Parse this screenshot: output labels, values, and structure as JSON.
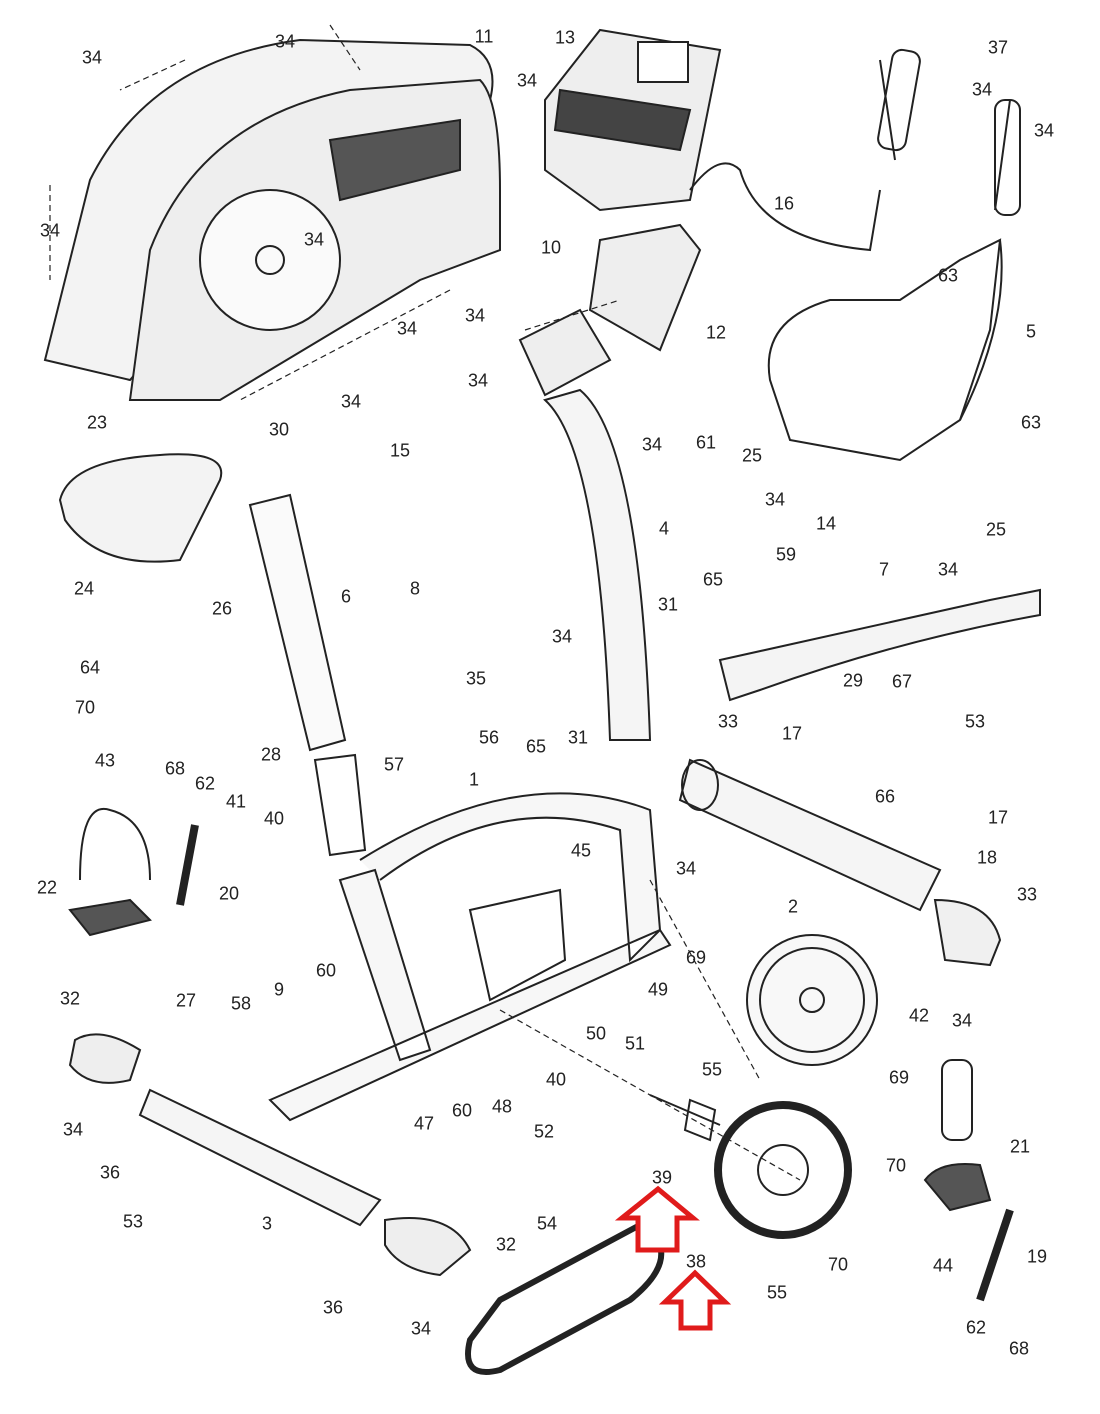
{
  "diagram": {
    "type": "exploded parts diagram",
    "part_labels": [
      "34",
      "34",
      "11",
      "13",
      "37",
      "34",
      "34",
      "34",
      "34",
      "34",
      "16",
      "10",
      "63",
      "34",
      "34",
      "12",
      "5",
      "34",
      "34",
      "23",
      "30",
      "63",
      "15",
      "34",
      "61",
      "25",
      "34",
      "14",
      "25",
      "4",
      "34",
      "7",
      "59",
      "65",
      "24",
      "26",
      "6",
      "8",
      "31",
      "34",
      "64",
      "35",
      "29",
      "67",
      "70",
      "56",
      "65",
      "31",
      "33",
      "17",
      "53",
      "57",
      "43",
      "28",
      "68",
      "62",
      "1",
      "41",
      "40",
      "66",
      "17",
      "45",
      "18",
      "34",
      "22",
      "20",
      "2",
      "33",
      "69",
      "9",
      "27",
      "60",
      "49",
      "58",
      "50",
      "51",
      "42",
      "34",
      "32",
      "40",
      "69",
      "55",
      "34",
      "60",
      "48",
      "47",
      "52",
      "21",
      "36",
      "39",
      "70",
      "53",
      "3",
      "54",
      "32",
      "38",
      "70",
      "44",
      "19",
      "36",
      "55",
      "34",
      "62",
      "68"
    ],
    "highlight_arrows": [
      {
        "points_to": "39",
        "color": "#e01b1b"
      },
      {
        "points_to": "38",
        "color": "#e01b1b"
      }
    ]
  }
}
